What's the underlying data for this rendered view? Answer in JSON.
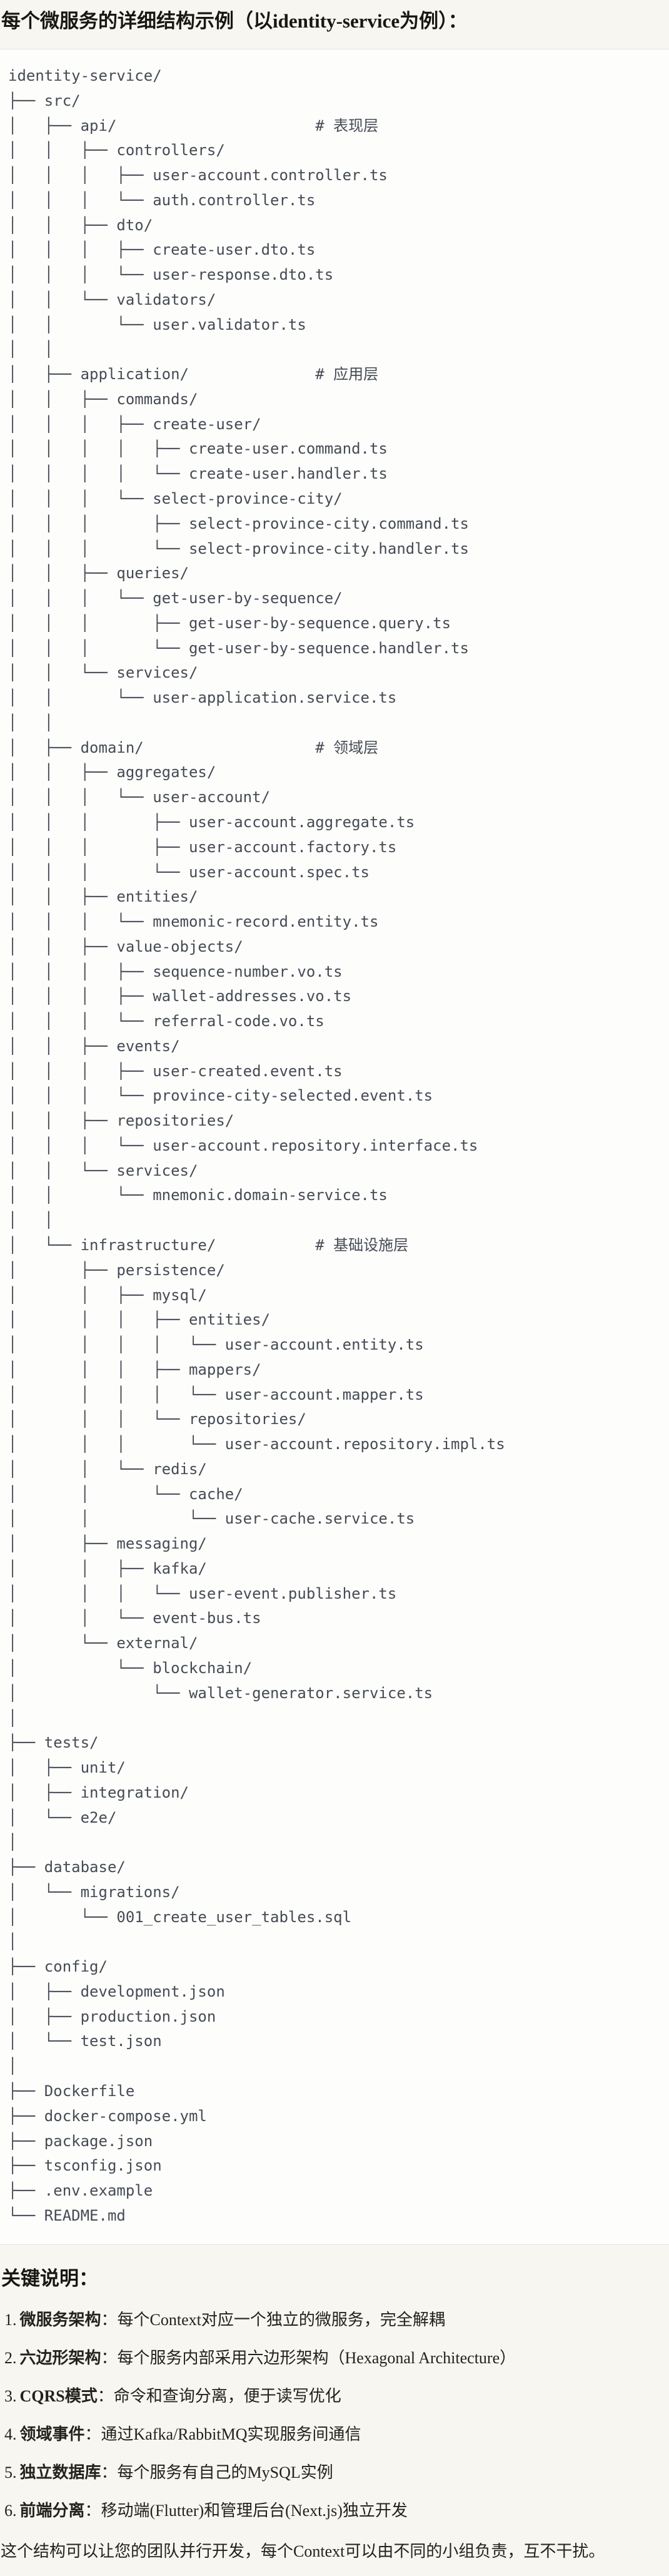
{
  "page": {
    "title": "每个微服务的详细结构示例（以identity-service为例）：",
    "notes_heading": "关键说明：",
    "closing": "这个结构可以让您的团队并行开发，每个Context可以由不同的小组负责，互不干扰。"
  },
  "tree": {
    "lines": [
      "identity-service/",
      "├── src/",
      "│   ├── api/                      # 表现层",
      "│   │   ├── controllers/",
      "│   │   │   ├── user-account.controller.ts",
      "│   │   │   └── auth.controller.ts",
      "│   │   ├── dto/",
      "│   │   │   ├── create-user.dto.ts",
      "│   │   │   └── user-response.dto.ts",
      "│   │   └── validators/",
      "│   │       └── user.validator.ts",
      "│   │",
      "│   ├── application/              # 应用层",
      "│   │   ├── commands/",
      "│   │   │   ├── create-user/",
      "│   │   │   │   ├── create-user.command.ts",
      "│   │   │   │   └── create-user.handler.ts",
      "│   │   │   └── select-province-city/",
      "│   │   │       ├── select-province-city.command.ts",
      "│   │   │       └── select-province-city.handler.ts",
      "│   │   ├── queries/",
      "│   │   │   └── get-user-by-sequence/",
      "│   │   │       ├── get-user-by-sequence.query.ts",
      "│   │   │       └── get-user-by-sequence.handler.ts",
      "│   │   └── services/",
      "│   │       └── user-application.service.ts",
      "│   │",
      "│   ├── domain/                   # 领域层",
      "│   │   ├── aggregates/",
      "│   │   │   └── user-account/",
      "│   │   │       ├── user-account.aggregate.ts",
      "│   │   │       ├── user-account.factory.ts",
      "│   │   │       └── user-account.spec.ts",
      "│   │   ├── entities/",
      "│   │   │   └── mnemonic-record.entity.ts",
      "│   │   ├── value-objects/",
      "│   │   │   ├── sequence-number.vo.ts",
      "│   │   │   ├── wallet-addresses.vo.ts",
      "│   │   │   └── referral-code.vo.ts",
      "│   │   ├── events/",
      "│   │   │   ├── user-created.event.ts",
      "│   │   │   └── province-city-selected.event.ts",
      "│   │   ├── repositories/",
      "│   │   │   └── user-account.repository.interface.ts",
      "│   │   └── services/",
      "│   │       └── mnemonic.domain-service.ts",
      "│   │",
      "│   └── infrastructure/           # 基础设施层",
      "│       ├── persistence/",
      "│       │   ├── mysql/",
      "│       │   │   ├── entities/",
      "│       │   │   │   └── user-account.entity.ts",
      "│       │   │   ├── mappers/",
      "│       │   │   │   └── user-account.mapper.ts",
      "│       │   │   └── repositories/",
      "│       │   │       └── user-account.repository.impl.ts",
      "│       │   └── redis/",
      "│       │       └── cache/",
      "│       │           └── user-cache.service.ts",
      "│       ├── messaging/",
      "│       │   ├── kafka/",
      "│       │   │   └── user-event.publisher.ts",
      "│       │   └── event-bus.ts",
      "│       └── external/",
      "│           └── blockchain/",
      "│               └── wallet-generator.service.ts",
      "│",
      "├── tests/",
      "│   ├── unit/",
      "│   ├── integration/",
      "│   └── e2e/",
      "│",
      "├── database/",
      "│   └── migrations/",
      "│       └── 001_create_user_tables.sql",
      "│",
      "├── config/",
      "│   ├── development.json",
      "│   ├── production.json",
      "│   └── test.json",
      "│",
      "├── Dockerfile",
      "├── docker-compose.yml",
      "├── package.json",
      "├── tsconfig.json",
      "├── .env.example",
      "└── README.md"
    ]
  },
  "notes": [
    {
      "num": "1.",
      "term": "微服务架构",
      "desc": "：每个Context对应一个独立的微服务，完全解耦"
    },
    {
      "num": "2.",
      "term": "六边形架构",
      "desc": "：每个服务内部采用六边形架构（Hexagonal Architecture）"
    },
    {
      "num": "3.",
      "term": "CQRS模式",
      "desc": "：命令和查询分离，便于读写优化"
    },
    {
      "num": "4.",
      "term": "领域事件",
      "desc": "：通过Kafka/RabbitMQ实现服务间通信"
    },
    {
      "num": "5.",
      "term": "独立数据库",
      "desc": "：每个服务有自己的MySQL实例"
    },
    {
      "num": "6.",
      "term": "前端分离",
      "desc": "：移动端(Flutter)和管理后台(Next.js)独立开发"
    }
  ]
}
